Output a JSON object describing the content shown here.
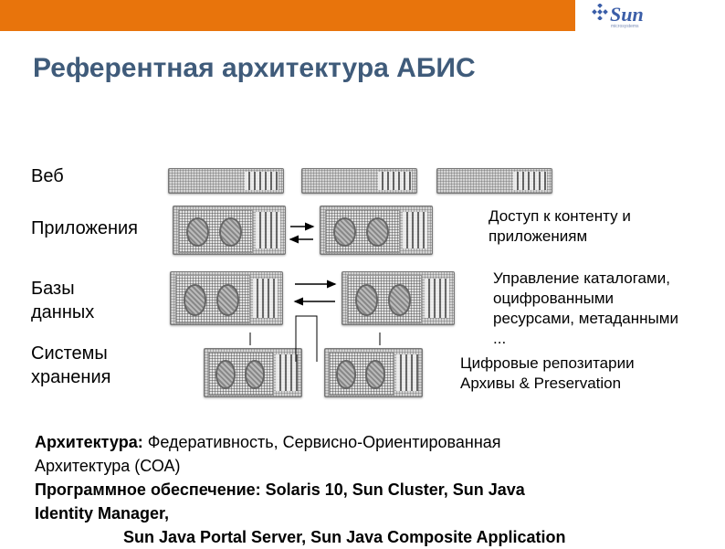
{
  "header": {
    "brand": "Sun",
    "brand_sub": "microsystems"
  },
  "title": "Референтная архитектура АБИС",
  "layers": {
    "web": "Веб",
    "apps": "Приложения",
    "db_line1": "Базы",
    "db_line2": "данных",
    "storage_line1": "Системы",
    "storage_line2": "хранения"
  },
  "notes": {
    "access_line1": "Доступ к контенту и",
    "access_line2": "приложениям",
    "mgmt_line1": "Управление каталогами,",
    "mgmt_line2": "оцифрованными",
    "mgmt_line3": "ресурсами, метаданными",
    "mgmt_line4": "...",
    "repo": "Цифровые репозитарии",
    "archive": "Архивы & Preservation"
  },
  "bottom": {
    "arch_label": "Архитектура:",
    "arch_text": " Федеративность, Сервисно-Ориентированная",
    "arch_text2": "Архитектура (СОА)",
    "sw_line1": "Программное обеспечение: Solaris 10, Sun Cluster, Sun Java",
    "sw_line2": "Identity Manager,",
    "sw_line3": "Sun Java Portal Server, Sun Java Composite Application"
  },
  "colors": {
    "topbar": "#e8740c",
    "title": "#3f5b7a",
    "brand": "#3b5ea8"
  }
}
